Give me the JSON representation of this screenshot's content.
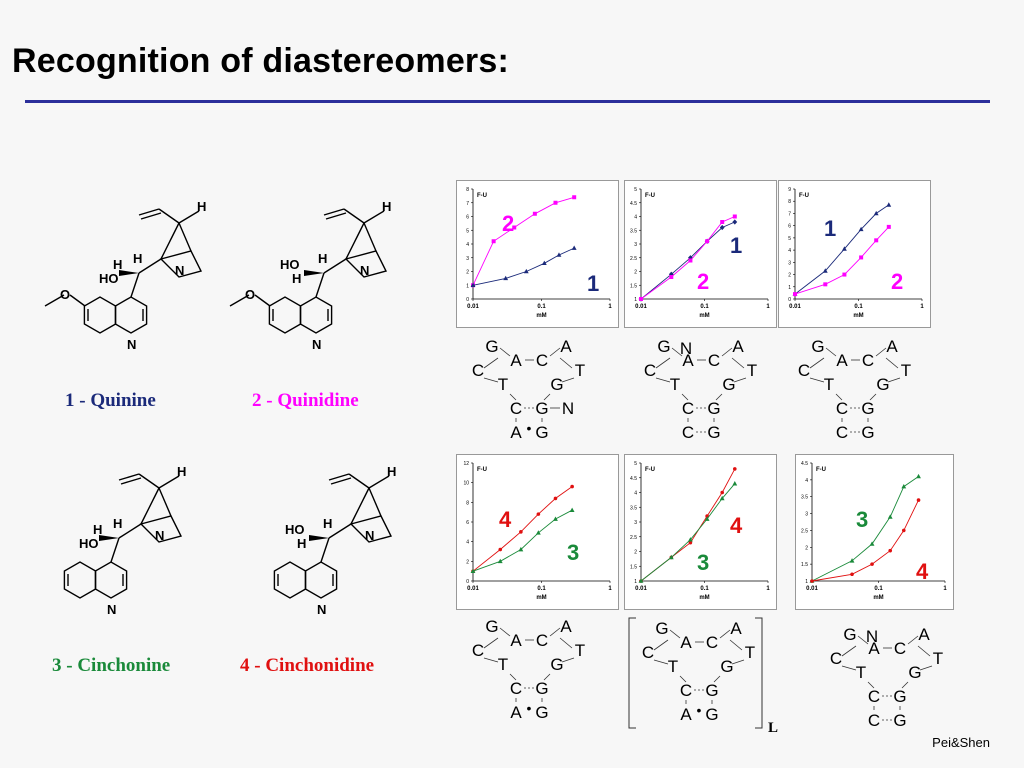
{
  "slide": {
    "title": "Recognition of diastereomers:",
    "credit": "Pei&Shen",
    "bracket_label": "L"
  },
  "colors": {
    "quinine": "#1b2a7a",
    "quinidine": "#ff00ff",
    "cinchonine": "#1a8a3a",
    "cinchonidine": "#e01010",
    "rule": "#2c2f9b"
  },
  "molecules": [
    {
      "caption": "1 - Quinine",
      "atoms": {
        "H_top": "H",
        "N_ring": "N",
        "H_c9": "H",
        "H_oh": "H",
        "OH": "HO",
        "O_methoxy": "O",
        "N_quin": "N"
      }
    },
    {
      "caption": "2 - Quinidine",
      "atoms": {
        "H_top": "H",
        "N_ring": "N",
        "H_c9": "H",
        "OH": "HO",
        "H_oh": "H",
        "O_methoxy": "O",
        "N_quin": "N"
      }
    },
    {
      "caption": "3 - Cinchonine",
      "atoms": {
        "H_top": "H",
        "N_ring": "N",
        "H_c9": "H",
        "H_oh": "H",
        "OH": "HO",
        "N_quin": "N"
      }
    },
    {
      "caption": "4 - Cinchonidine",
      "atoms": {
        "H_top": "H",
        "N_ring": "N",
        "H_c9": "H",
        "OH": "HO",
        "H_oh": "H",
        "N_quin": "N"
      }
    }
  ],
  "aptamers": [
    {
      "row1": [
        "G",
        "",
        "A"
      ],
      "row2": [
        "A",
        "C"
      ],
      "row3": [
        "C",
        "T"
      ],
      "row4": [
        "T",
        "G"
      ],
      "row5": [
        "C",
        "G",
        "N"
      ],
      "row6": [
        "A",
        "G"
      ],
      "pair6": "•"
    },
    {
      "row1": [
        "G",
        "N",
        "A"
      ],
      "row2": [
        "A",
        "C"
      ],
      "row3": [
        "C",
        "T"
      ],
      "row4": [
        "T",
        "G"
      ],
      "row5": [
        "C",
        "G",
        ""
      ],
      "row6": [
        "C",
        "G"
      ],
      "pair6": ""
    },
    {
      "row1": [
        "G",
        "",
        "A"
      ],
      "row2": [
        "A",
        "C"
      ],
      "row3": [
        "C",
        "T"
      ],
      "row4": [
        "T",
        "G"
      ],
      "row5": [
        "C",
        "G",
        ""
      ],
      "row6": [
        "C",
        "G"
      ],
      "pair6": ""
    },
    {
      "row1": [
        "G",
        "",
        "A"
      ],
      "row2": [
        "A",
        "C"
      ],
      "row3": [
        "C",
        "T"
      ],
      "row4": [
        "T",
        "G"
      ],
      "row5": [
        "C",
        "G",
        ""
      ],
      "row6": [
        "A",
        "G"
      ],
      "pair6": "•"
    },
    {
      "row1": [
        "G",
        "",
        "A"
      ],
      "row2": [
        "A",
        "C"
      ],
      "row3": [
        "C",
        "T"
      ],
      "row4": [
        "T",
        "G"
      ],
      "row5": [
        "C",
        "G",
        ""
      ],
      "row6": [
        "A",
        "G"
      ],
      "pair6": "•"
    },
    {
      "row1": [
        "G",
        "N",
        "A"
      ],
      "row2": [
        "A",
        "C"
      ],
      "row3": [
        "C",
        "T"
      ],
      "row4": [
        "T",
        "G"
      ],
      "row5": [
        "C",
        "G",
        ""
      ],
      "row6": [
        "C",
        "G"
      ],
      "pair6": ""
    }
  ],
  "chart_data": [
    {
      "type": "line",
      "title": "",
      "ylabel": "F-U",
      "xlabel": "mM",
      "xscale": "log",
      "xlim": [
        0.01,
        1
      ],
      "ylim": [
        0,
        8
      ],
      "yticks": [
        "0",
        "1",
        "2",
        "3",
        "4",
        "5",
        "6",
        "7",
        "8"
      ],
      "xticks": [
        "0.01",
        "0.1",
        "1"
      ],
      "series": [
        {
          "name": "2",
          "color": "#ff00ff",
          "marker": "square",
          "x": [
            0.01,
            0.02,
            0.04,
            0.08,
            0.16,
            0.3
          ],
          "y": [
            1.0,
            4.2,
            5.2,
            6.2,
            7.0,
            7.4
          ]
        },
        {
          "name": "1",
          "color": "#1b2a7a",
          "marker": "triangle",
          "x": [
            0.01,
            0.03,
            0.06,
            0.11,
            0.18,
            0.3
          ],
          "y": [
            1.0,
            1.5,
            2.0,
            2.6,
            3.2,
            3.7
          ]
        }
      ]
    },
    {
      "type": "line",
      "title": "",
      "ylabel": "F-U",
      "xlabel": "mM",
      "xscale": "log",
      "xlim": [
        0.01,
        1
      ],
      "ylim": [
        1,
        5
      ],
      "yticks": [
        "1",
        "1.5",
        "2",
        "2.5",
        "3",
        "3.5",
        "4",
        "4.5",
        "5"
      ],
      "xticks": [
        "0.01",
        "0.1",
        "1"
      ],
      "series": [
        {
          "name": "1",
          "color": "#1b2a7a",
          "marker": "diamond",
          "x": [
            0.01,
            0.03,
            0.06,
            0.11,
            0.19,
            0.3
          ],
          "y": [
            1.0,
            1.9,
            2.5,
            3.1,
            3.6,
            3.8
          ]
        },
        {
          "name": "2",
          "color": "#ff00ff",
          "marker": "square",
          "x": [
            0.01,
            0.03,
            0.06,
            0.11,
            0.19,
            0.3
          ],
          "y": [
            1.0,
            1.8,
            2.4,
            3.1,
            3.8,
            4.0
          ]
        }
      ]
    },
    {
      "type": "line",
      "title": "",
      "ylabel": "F-U",
      "xlabel": "mM",
      "xscale": "log",
      "xlim": [
        0.01,
        1
      ],
      "ylim": [
        0,
        9
      ],
      "yticks": [
        "0",
        "1",
        "2",
        "3",
        "4",
        "5",
        "6",
        "7",
        "8",
        "9"
      ],
      "xticks": [
        "0.01",
        "0.1",
        "1"
      ],
      "series": [
        {
          "name": "1",
          "color": "#1b2a7a",
          "marker": "triangle",
          "x": [
            0.01,
            0.03,
            0.06,
            0.11,
            0.19,
            0.3
          ],
          "y": [
            0.4,
            2.3,
            4.1,
            5.7,
            7.0,
            7.7
          ]
        },
        {
          "name": "2",
          "color": "#ff00ff",
          "marker": "square",
          "x": [
            0.01,
            0.03,
            0.06,
            0.11,
            0.19,
            0.3
          ],
          "y": [
            0.4,
            1.2,
            2.0,
            3.4,
            4.8,
            5.9
          ]
        }
      ]
    },
    {
      "type": "line",
      "title": "",
      "ylabel": "F-U",
      "xlabel": "mM",
      "xscale": "log",
      "xlim": [
        0.01,
        1
      ],
      "ylim": [
        0,
        12
      ],
      "yticks": [
        "0",
        "2",
        "4",
        "6",
        "8",
        "10",
        "12"
      ],
      "xticks": [
        "0.01",
        "0.1",
        "1"
      ],
      "series": [
        {
          "name": "4",
          "color": "#e01010",
          "marker": "circle",
          "x": [
            0.01,
            0.025,
            0.05,
            0.09,
            0.16,
            0.28
          ],
          "y": [
            1.0,
            3.2,
            5.0,
            6.8,
            8.4,
            9.6
          ]
        },
        {
          "name": "3",
          "color": "#1a8a3a",
          "marker": "triangle",
          "x": [
            0.01,
            0.025,
            0.05,
            0.09,
            0.16,
            0.28
          ],
          "y": [
            1.0,
            2.0,
            3.2,
            4.9,
            6.3,
            7.2
          ]
        }
      ]
    },
    {
      "type": "line",
      "title": "",
      "ylabel": "F-U",
      "xlabel": "mM",
      "xscale": "log",
      "xlim": [
        0.01,
        1
      ],
      "ylim": [
        1,
        5
      ],
      "yticks": [
        "1",
        "1.5",
        "2",
        "2.5",
        "3",
        "3.5",
        "4",
        "4.5",
        "5"
      ],
      "xticks": [
        "0.01",
        "0.1",
        "1"
      ],
      "series": [
        {
          "name": "4",
          "color": "#e01010",
          "marker": "circle",
          "x": [
            0.01,
            0.03,
            0.06,
            0.11,
            0.19,
            0.3
          ],
          "y": [
            1.0,
            1.8,
            2.3,
            3.2,
            4.0,
            4.8
          ]
        },
        {
          "name": "3",
          "color": "#1a8a3a",
          "marker": "triangle",
          "x": [
            0.01,
            0.03,
            0.06,
            0.11,
            0.19,
            0.3
          ],
          "y": [
            1.0,
            1.8,
            2.4,
            3.1,
            3.8,
            4.3
          ]
        }
      ]
    },
    {
      "type": "line",
      "title": "",
      "ylabel": "F-U",
      "xlabel": "mM",
      "xscale": "log",
      "xlim": [
        0.01,
        1
      ],
      "ylim": [
        1,
        4.5
      ],
      "yticks": [
        "1",
        "1.5",
        "2",
        "2.5",
        "3",
        "3.5",
        "4",
        "4.5"
      ],
      "xticks": [
        "0.01",
        "0.1",
        "1"
      ],
      "series": [
        {
          "name": "3",
          "color": "#1a8a3a",
          "marker": "triangle",
          "x": [
            0.01,
            0.04,
            0.08,
            0.15,
            0.24,
            0.4
          ],
          "y": [
            1.0,
            1.6,
            2.1,
            2.9,
            3.8,
            4.1
          ]
        },
        {
          "name": "4",
          "color": "#e01010",
          "marker": "circle",
          "x": [
            0.01,
            0.04,
            0.08,
            0.15,
            0.24,
            0.4
          ],
          "y": [
            1.0,
            1.2,
            1.5,
            1.9,
            2.5,
            3.4
          ]
        }
      ]
    }
  ]
}
